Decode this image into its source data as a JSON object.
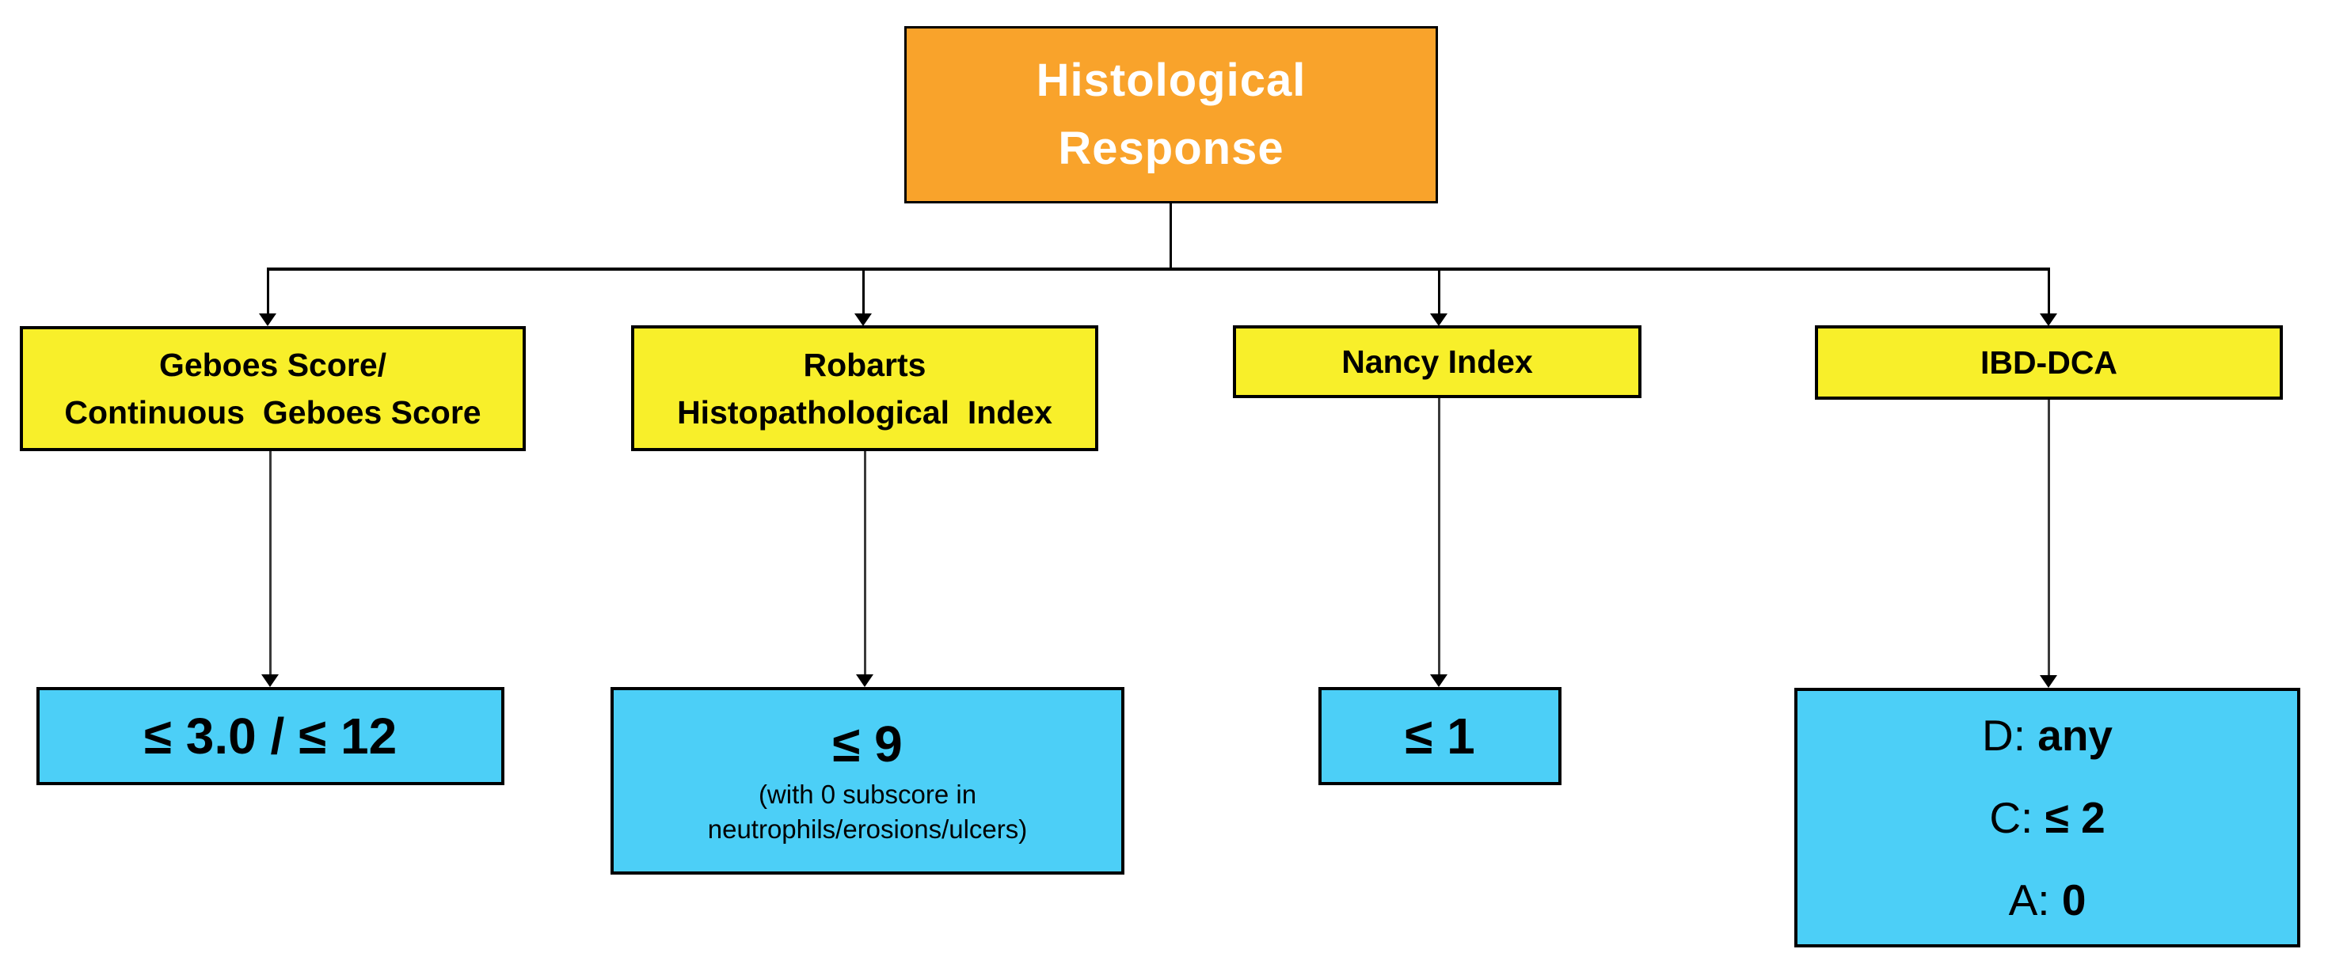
{
  "diagram": {
    "title": {
      "line1": "Histological",
      "line2": "Response"
    },
    "columns": [
      {
        "name": "Geboes",
        "label_line1": "Geboes Score/",
        "label_line2": "Continuous  Geboes Score",
        "criterion": "≤ 3.0 / ≤ 12"
      },
      {
        "name": "Robarts",
        "label_line1": "Robarts",
        "label_line2": "Histopathological  Index",
        "criterion": "≤ 9",
        "note_line1": "(with 0 subscore in",
        "note_line2": "neutrophils/erosions/ulcers)"
      },
      {
        "name": "Nancy",
        "label_line1": "Nancy Index",
        "criterion": "≤ 1"
      },
      {
        "name": "IBD-DCA",
        "label_line1": "IBD-DCA",
        "criterion_parts": [
          {
            "prefix": "D:",
            "value": "any"
          },
          {
            "prefix": "C:",
            "value": "≤ 2"
          },
          {
            "prefix": "A:",
            "value": "0"
          }
        ]
      }
    ],
    "colors": {
      "root_fill": "#F9A32B",
      "index_fill": "#F8EF2A",
      "criterion_fill": "#4CCFF7",
      "border": "#000000",
      "connector": "#000000",
      "drop_connector": "#3a3a3a",
      "root_text": "#FFFFFF",
      "text": "#000000",
      "background": "#FFFFFF"
    }
  }
}
